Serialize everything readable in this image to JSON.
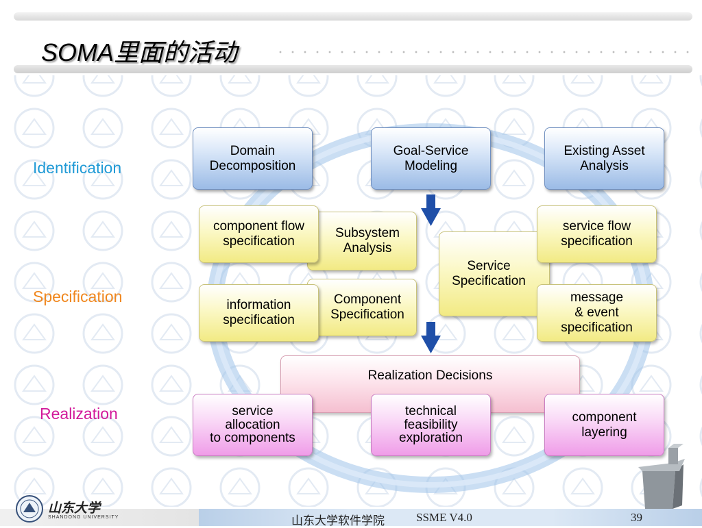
{
  "slide": {
    "title": "SOMA里面的活动",
    "page_number": "39"
  },
  "phases": {
    "identification": "Identification",
    "specification": "Specification",
    "realization": "Realization"
  },
  "boxes": {
    "domain_decomposition": [
      "Domain",
      "Decomposition"
    ],
    "goal_service_modeling": [
      "Goal-Service",
      "Modeling"
    ],
    "existing_asset_analysis": [
      "Existing Asset",
      "Analysis"
    ],
    "component_flow_spec": [
      "component flow",
      "specification"
    ],
    "subsystem_analysis": [
      "Subsystem",
      "Analysis"
    ],
    "service_specification": [
      "Service",
      "Specification"
    ],
    "service_flow_spec": [
      "service flow",
      "specification"
    ],
    "information_spec": [
      "information",
      "specification"
    ],
    "component_specification": [
      "Component",
      "Specification"
    ],
    "message_event_spec": [
      "message",
      "& event",
      "specification"
    ],
    "realization_decisions": "Realization Decisions",
    "service_allocation": [
      "service",
      "allocation",
      "to components"
    ],
    "technical_feasibility": [
      "technical",
      "feasibility",
      "exploration"
    ],
    "component_layering": [
      "component",
      "layering"
    ]
  },
  "footer": {
    "school": "山东大学软件学院",
    "version": "SSME V4.0"
  },
  "logo": {
    "university_name_cn": "山东大学",
    "university_name_en": "SHANDONG UNIVERSITY"
  },
  "colors": {
    "identification_label": "#1f9ad6",
    "specification_label": "#f0871e",
    "realization_label": "#d2199a",
    "arrow": "#1f4fa8",
    "cycle": "#9ec3ea"
  }
}
